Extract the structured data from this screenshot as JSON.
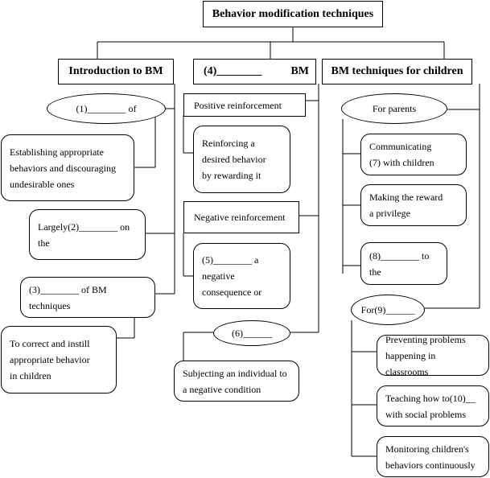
{
  "title": "Behavior modification techniques",
  "columns": {
    "intro": {
      "header": "Introduction to BM",
      "ellipse": "(1)________     of",
      "definition": "Establishing appropriate\nbehaviors and discouraging\nundesirable ones",
      "basis": "Largely(2)________    on\nthe",
      "purpose_heading": "(3)________ of BM\ntechniques",
      "purpose": "To correct and instill\nappropriate behavior\nin children"
    },
    "types": {
      "header_left": "(4)________",
      "header_right": "BM",
      "positive": "Positive reinforcement",
      "positive_desc": "Reinforcing a\ndesired behavior\nby rewarding it",
      "negative": "Negative reinforcement",
      "negative_desc": "(5)________       a\nnegative\nconsequence or",
      "ellipse6": "(6)______",
      "ellipse6_desc": "Subjecting an individual to\na negative condition"
    },
    "children": {
      "header": "BM techniques for children",
      "parents": "For parents",
      "p1": "Communicating\n(7)       with children",
      "p2": "Making the reward\na privilege",
      "p3": "(8)________      to\nthe",
      "ellipse9": "For(9)______",
      "t1": "Preventing problems\nhappening in classrooms",
      "t2": "Teaching how to(10)__\nwith social problems",
      "t3": "Monitoring children's\nbehaviors continuously"
    }
  }
}
